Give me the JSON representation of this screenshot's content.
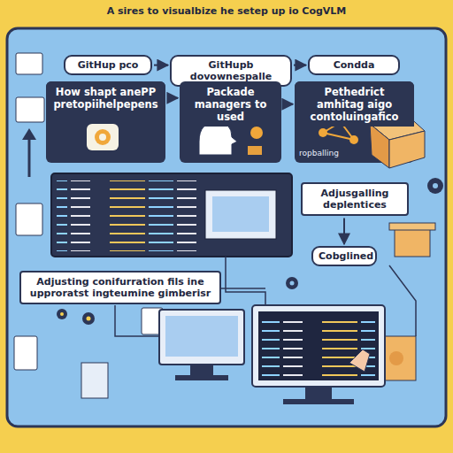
{
  "diagram": {
    "title": "A sires to visualbize he setep up io CogVLM",
    "nodes": [
      {
        "text": [
          "GitHup pco"
        ]
      },
      {
        "text": [
          "GitHupb dovownespalle"
        ]
      },
      {
        "text": [
          "Condda"
        ]
      },
      {
        "text": [
          "How shapt anePP pretopiihelpepens"
        ]
      },
      {
        "text": [
          "Packade managers to used"
        ]
      },
      {
        "text": [
          "Pethedrict amhitag aigo contoluingafico"
        ]
      },
      {
        "text": [
          "Adjusgalling deplentices"
        ]
      },
      {
        "text": [
          "Cobglined"
        ]
      },
      {
        "text": [
          "Adjusting conifurration fils ine upproratst ingteumine gimberisr"
        ]
      }
    ],
    "edges": [
      {
        "from": 0,
        "to": 1,
        "arrow": "to"
      },
      {
        "from": 1,
        "to": 2,
        "arrow": "to"
      },
      {
        "from": 3,
        "to": 4,
        "arrow": "to"
      },
      {
        "from": 4,
        "to": 5,
        "arrow": "to"
      },
      {
        "from": 6,
        "to": 7,
        "arrow": "to"
      }
    ],
    "labels": [
      "ropballing"
    ]
  }
}
